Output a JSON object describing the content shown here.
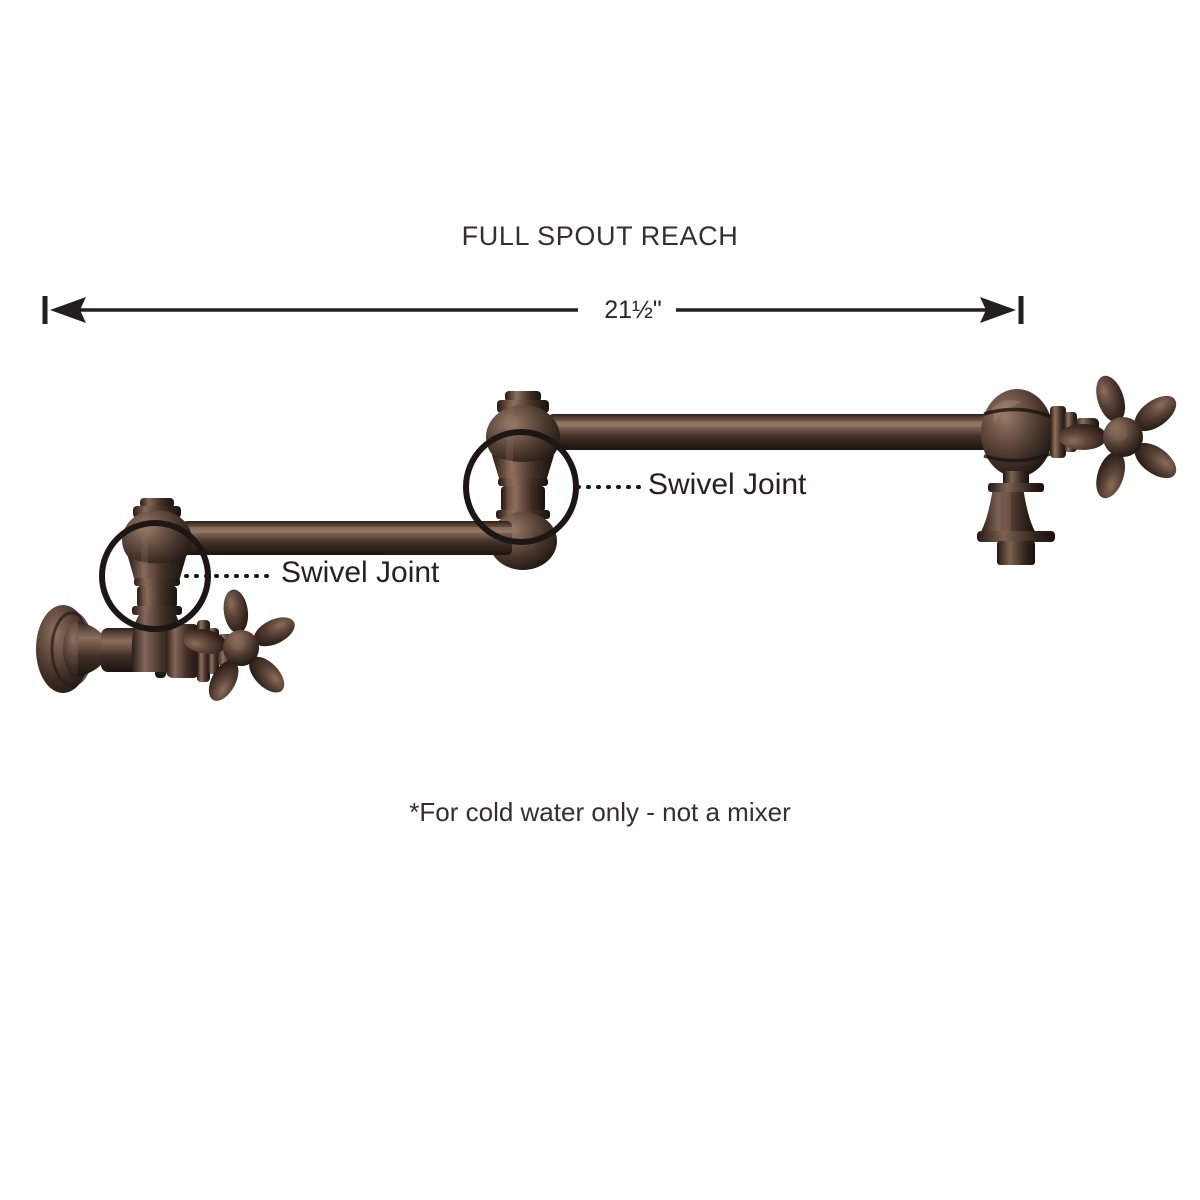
{
  "page": {
    "background_color": "#ffffff",
    "product": "wall-mount pot filler faucet",
    "finish_color": "#4a382f"
  },
  "title": {
    "text": "FULL SPOUT REACH"
  },
  "dimension": {
    "value": "21½\"",
    "left_tick": true,
    "right_tick": true,
    "arrow_left": true,
    "arrow_right": true,
    "line_color": "#231f1e"
  },
  "annotations": [
    {
      "label": "Swivel Joint",
      "leader_style": "dotted",
      "circle_color": "#1c1715",
      "position": "upper"
    },
    {
      "label": "Swivel Joint",
      "leader_style": "dotted",
      "circle_color": "#1c1715",
      "position": "lower"
    }
  ],
  "note": {
    "text": "*For cold water only - not a mixer"
  },
  "colors": {
    "metal_dark": "#2d211b",
    "metal_mid": "#4e3a30",
    "metal_light": "#7d6254",
    "metal_highlight": "#9a7d6c",
    "metal_shadow": "#1b1310",
    "ink": "#231f1e"
  }
}
